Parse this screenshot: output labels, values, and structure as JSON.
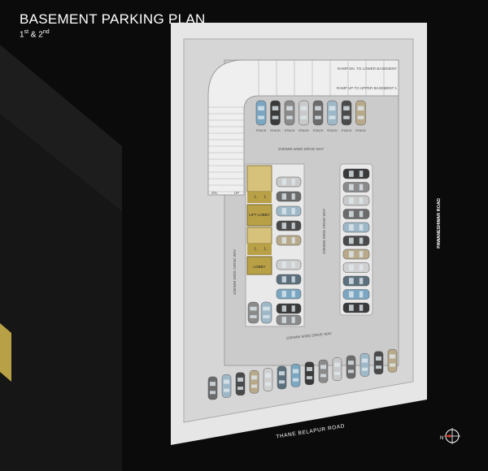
{
  "header": {
    "title": "BASEMENT PARKING PLAN",
    "subtitle_a": "1",
    "subtitle_a_sup": "st",
    "subtitle_mid": " & 2",
    "subtitle_b_sup": "nd"
  },
  "plan": {
    "ramp_down": "RAMP DN. TO LOWER BASEMENT",
    "ramp_up": "RAMP UP TO UPPER BASEMENT 1",
    "stack_label": "STACK",
    "stack_count": 8,
    "drive_way_top": "1000MM WIDE DRIVE WAY",
    "drive_way_bottom": "1000MM WIDE DRIVE WAY",
    "drive_way_left": "1000MM WIDE DRIVE WAY",
    "drive_way_right": "1000MM WIDE DRIVE WAY",
    "dn": "DN.",
    "up": "UP",
    "lift_lobby_1": "LIFT LOBBY",
    "lift_lobby_2": "LOBBY",
    "lift_mark": "L",
    "road_right": "PAWANESHWAR ROAD",
    "road_bottom": "THANE  BELAPUR ROAD",
    "compass_label": "N"
  },
  "colors": {
    "background": "#0b0b0b",
    "panel": "#1d1d1d",
    "accent_gold": "#b8a046",
    "plan_base": "#d9d9d9",
    "drive_area": "#cfcfcf",
    "core_yellow": "#b8a046"
  }
}
